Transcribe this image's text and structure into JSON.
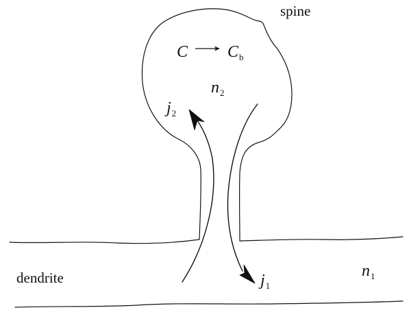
{
  "labels": {
    "spine": "spine",
    "dendrite": "dendrite",
    "reaction_from": "C",
    "reaction_to": "C",
    "reaction_to_subscript": "b",
    "n2_symbol": "n",
    "n2_subscript": "2",
    "n1_symbol": "n",
    "n1_subscript": "1",
    "j2_symbol": "j",
    "j2_subscript": "2",
    "j1_symbol": "j",
    "j1_subscript": "1"
  }
}
